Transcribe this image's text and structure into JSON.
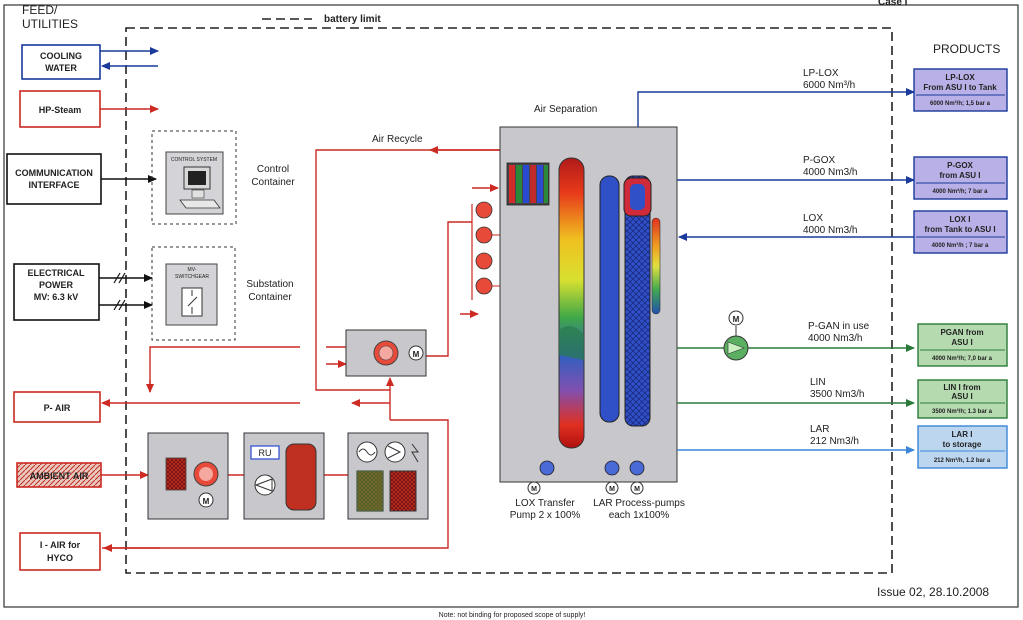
{
  "header": {
    "feed_line1": "FEED/",
    "feed_line2": "UTILITIES",
    "battery_limit": "battery  limit",
    "case": "Case I",
    "products": "PRODUCTS"
  },
  "feeds": {
    "cooling_water": [
      "COOLING",
      "WATER"
    ],
    "hp_steam": "HP-Steam",
    "communication": [
      "COMMUNICATION",
      "INTERFACE"
    ],
    "electrical": [
      "ELECTRICAL",
      "POWER",
      "MV: 6.3 kV"
    ],
    "p_air": "P- AIR",
    "ambient_air": "AMBIENT AIR",
    "i_air": [
      "I - AIR for",
      "HYCO"
    ]
  },
  "units": {
    "control_system": "CONTROL SYSTEM",
    "control_container": [
      "Control",
      "Container"
    ],
    "switchgear": [
      "MV-",
      "SWITCHGEAR"
    ],
    "substation_container": [
      "Substation",
      "Container"
    ],
    "air_recycle": "Air Recycle",
    "air_separation": "Air Separation",
    "ru": "RU",
    "motor": "M",
    "lox_pump": [
      "LOX Transfer",
      "Pump  2 x 100%"
    ],
    "lar_pumps": [
      "LAR Process-pumps",
      "each 1x100%"
    ]
  },
  "streams": [
    {
      "name": "LP-LOX",
      "flow": "6000 Nm³/h"
    },
    {
      "name": "P-GOX",
      "flow": "4000 Nm3/h"
    },
    {
      "name": "LOX",
      "flow": "4000 Nm3/h"
    },
    {
      "name": "P-GAN in use",
      "flow": "4000 Nm3/h"
    },
    {
      "name": "LIN",
      "flow": "3500 Nm3/h"
    },
    {
      "name": "LAR",
      "flow": "212 Nm3/h"
    }
  ],
  "products": [
    {
      "title": [
        "LP-LOX",
        "From ASU I to Tank"
      ],
      "spec": "6000 Nm³/h; 1,5 bar a"
    },
    {
      "title": [
        "P-GOX",
        "from ASU I"
      ],
      "spec": "4000 Nm³/h; 7 bar a"
    },
    {
      "title": [
        "LOX I",
        "from Tank to ASU I"
      ],
      "spec": "4000 Nm³/h ; 7 bar a"
    },
    {
      "title": [
        "PGAN  from",
        "ASU I"
      ],
      "spec": "4000 Nm³/h; 7,0 bar a"
    },
    {
      "title": [
        "LIN I from",
        "ASU I"
      ],
      "spec": "3500 Nm³/h; 1.3 bar a"
    },
    {
      "title": [
        "LAR I",
        "to storage"
      ],
      "spec": "212 Nm³/h, 1.2 bar a"
    }
  ],
  "footer": {
    "issue": "Issue 02, 28.10.2008",
    "note": "Note: not binding for proposed scope of supply!"
  },
  "colors": {
    "steam_red": "#cc2a22",
    "water_blue": "#1a3a9a",
    "nitrogen_green": "#2a7a3a",
    "argon_blue": "#3a86d8",
    "purple_fill": "#b8b0e6",
    "green_fill": "#b6dab0",
    "lightblue_fill": "#bcd6f0",
    "unit_gray": "#c8c8cc"
  }
}
